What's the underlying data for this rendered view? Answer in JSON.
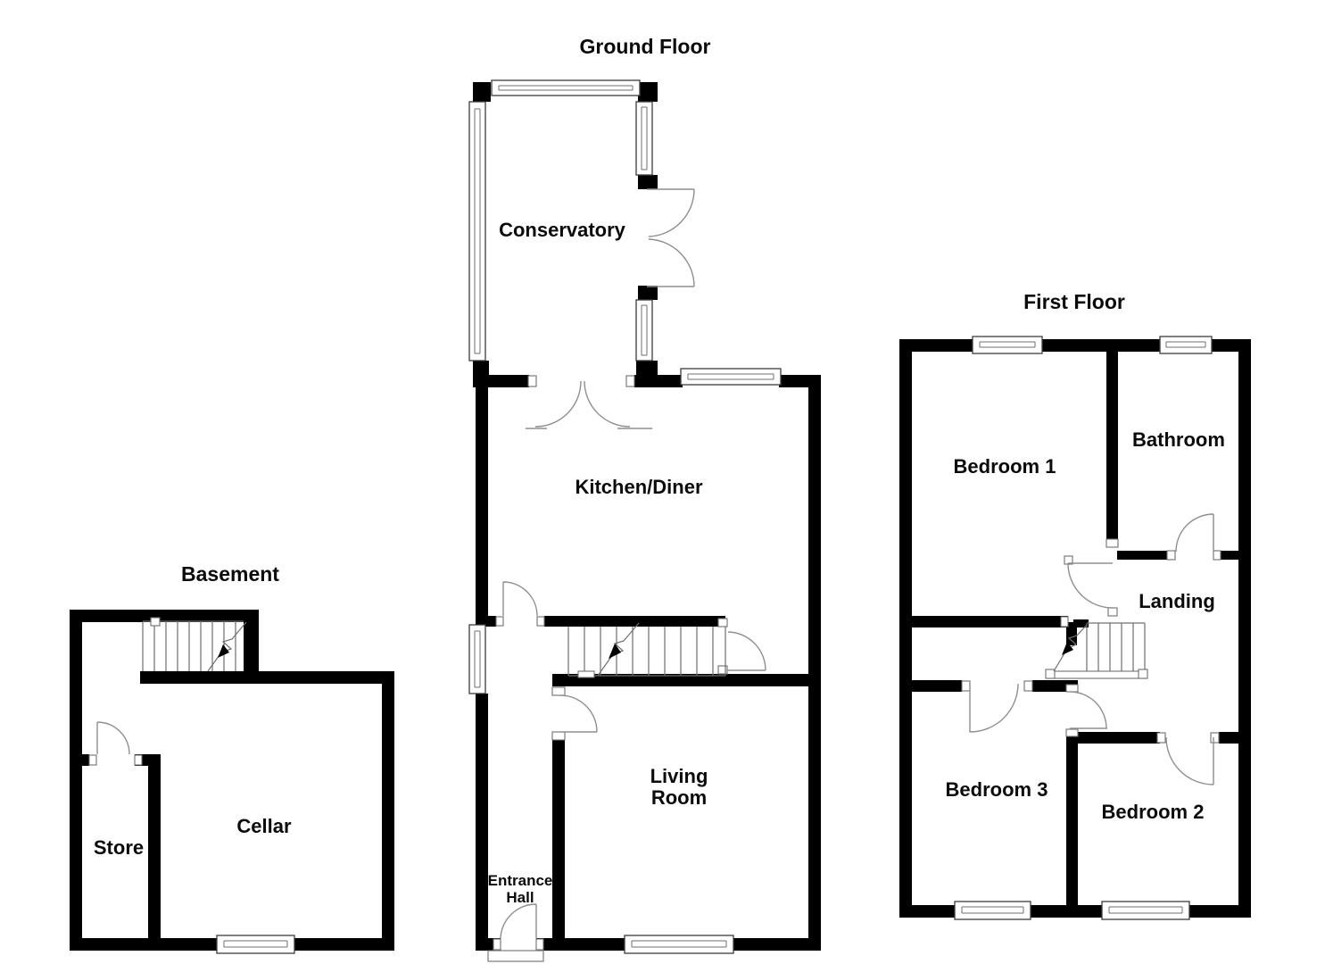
{
  "page": {
    "background": "#ffffff",
    "wall_color": "#000000",
    "detail_line_color": "#8f8f8f",
    "text_color": "#0b0b0b"
  },
  "floors": {
    "ground": {
      "title": "Ground Floor",
      "rooms": {
        "conservatory": "Conservatory",
        "kitchen_diner": "Kitchen/Diner",
        "living_room": [
          "Living",
          "Room"
        ],
        "entrance_hall": [
          "Entrance",
          "Hall"
        ]
      }
    },
    "basement": {
      "title": "Basement",
      "rooms": {
        "store": "Store",
        "cellar": "Cellar"
      }
    },
    "first": {
      "title": "First Floor",
      "rooms": {
        "bedroom1": "Bedroom 1",
        "bathroom": "Bathroom",
        "landing": "Landing",
        "bedroom3": "Bedroom 3",
        "bedroom2": "Bedroom 2"
      }
    }
  }
}
